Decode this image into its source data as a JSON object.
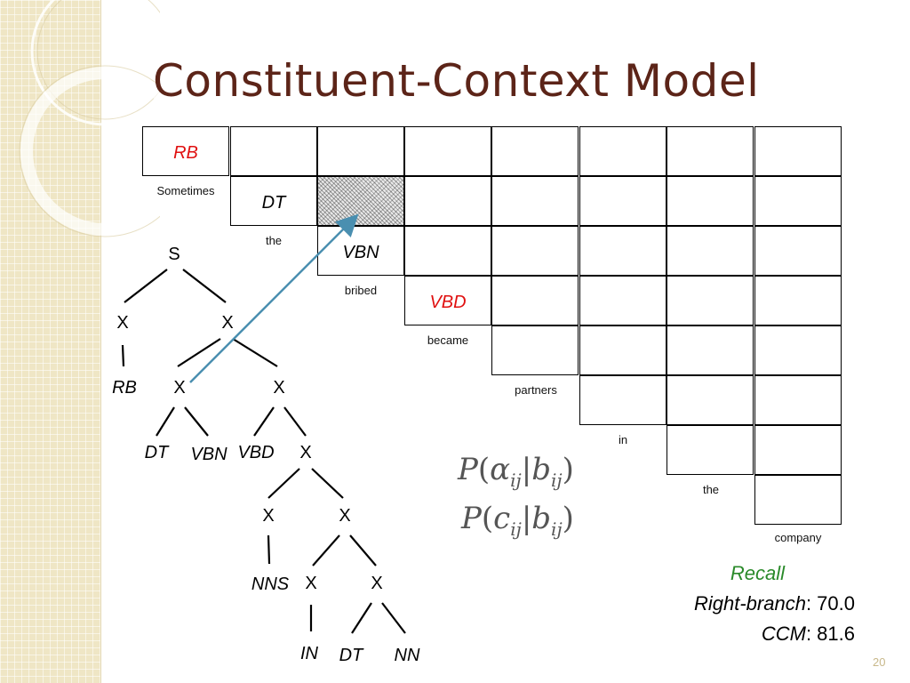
{
  "slide": {
    "title": "Constituent-Context Model",
    "page_number": "20"
  },
  "chart_table": {
    "diagonal_tags": [
      "RB",
      "DT",
      "VBN",
      "VBD"
    ],
    "words": [
      "Sometimes",
      "the",
      "bribed",
      "became",
      "partners",
      "in",
      "the",
      "company"
    ]
  },
  "tree": {
    "root": "S",
    "x": "X",
    "leaf_tags": [
      "RB",
      "DT",
      "VBN",
      "VBD",
      "NNS",
      "IN",
      "DT",
      "NN"
    ]
  },
  "formulas": {
    "f1": {
      "P": "P",
      "open": "(",
      "greek": "α",
      "sub": "ij",
      "bar": "|",
      "b": "b",
      "close": ")"
    },
    "f2": {
      "P": "P",
      "open": "(",
      "c": "c",
      "sub": "ij",
      "bar": "|",
      "b": "b",
      "close": ")"
    }
  },
  "recall": {
    "title": "Recall",
    "right_branch_label": "Right-branch",
    "right_branch_value": ": 70.0",
    "ccm_label": "CCM",
    "ccm_value": ": 81.6"
  },
  "colors": {
    "title": "#5c2418",
    "red_tag": "#e01010",
    "recall": "#2a8a2a",
    "arrow": "#4a8fb0",
    "sidebar": "#efe6c5"
  }
}
